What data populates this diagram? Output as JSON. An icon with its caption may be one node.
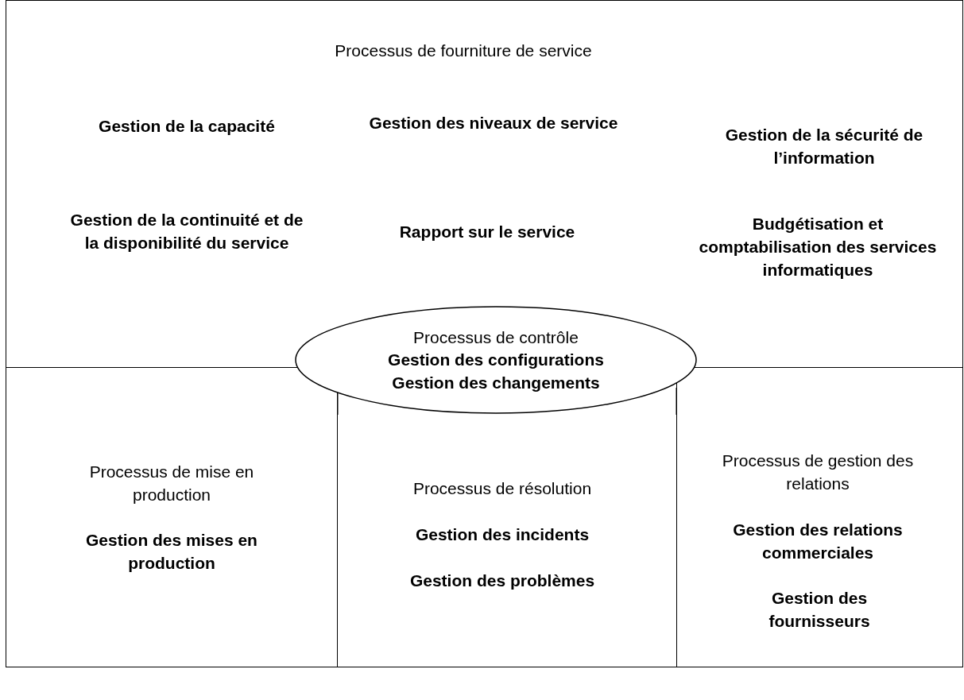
{
  "diagram": {
    "nodes": [
      {
        "text": [
          "Processus de fourniture de service",
          "Gestion de la capacité",
          "Gestion des niveaux de service",
          "Gestion de la sécurité de l’information",
          "Gestion de la continuité et de la disponibilité du service",
          "Rapport sur le service",
          "Budgétisation et comptabilisation des services informatiques"
        ]
      },
      {
        "text": [
          "Processus de contrôle",
          "Gestion des configurations",
          "Gestion des changements"
        ]
      },
      {
        "text": [
          "Processus de mise en production",
          "Gestion des mises en production"
        ]
      },
      {
        "text": [
          "Processus de résolution",
          "Gestion des incidents",
          "Gestion des problèmes"
        ]
      },
      {
        "text": [
          "Processus de gestion des relations",
          "Gestion des relations commerciales",
          "Gestion des fournisseurs"
        ]
      }
    ]
  }
}
